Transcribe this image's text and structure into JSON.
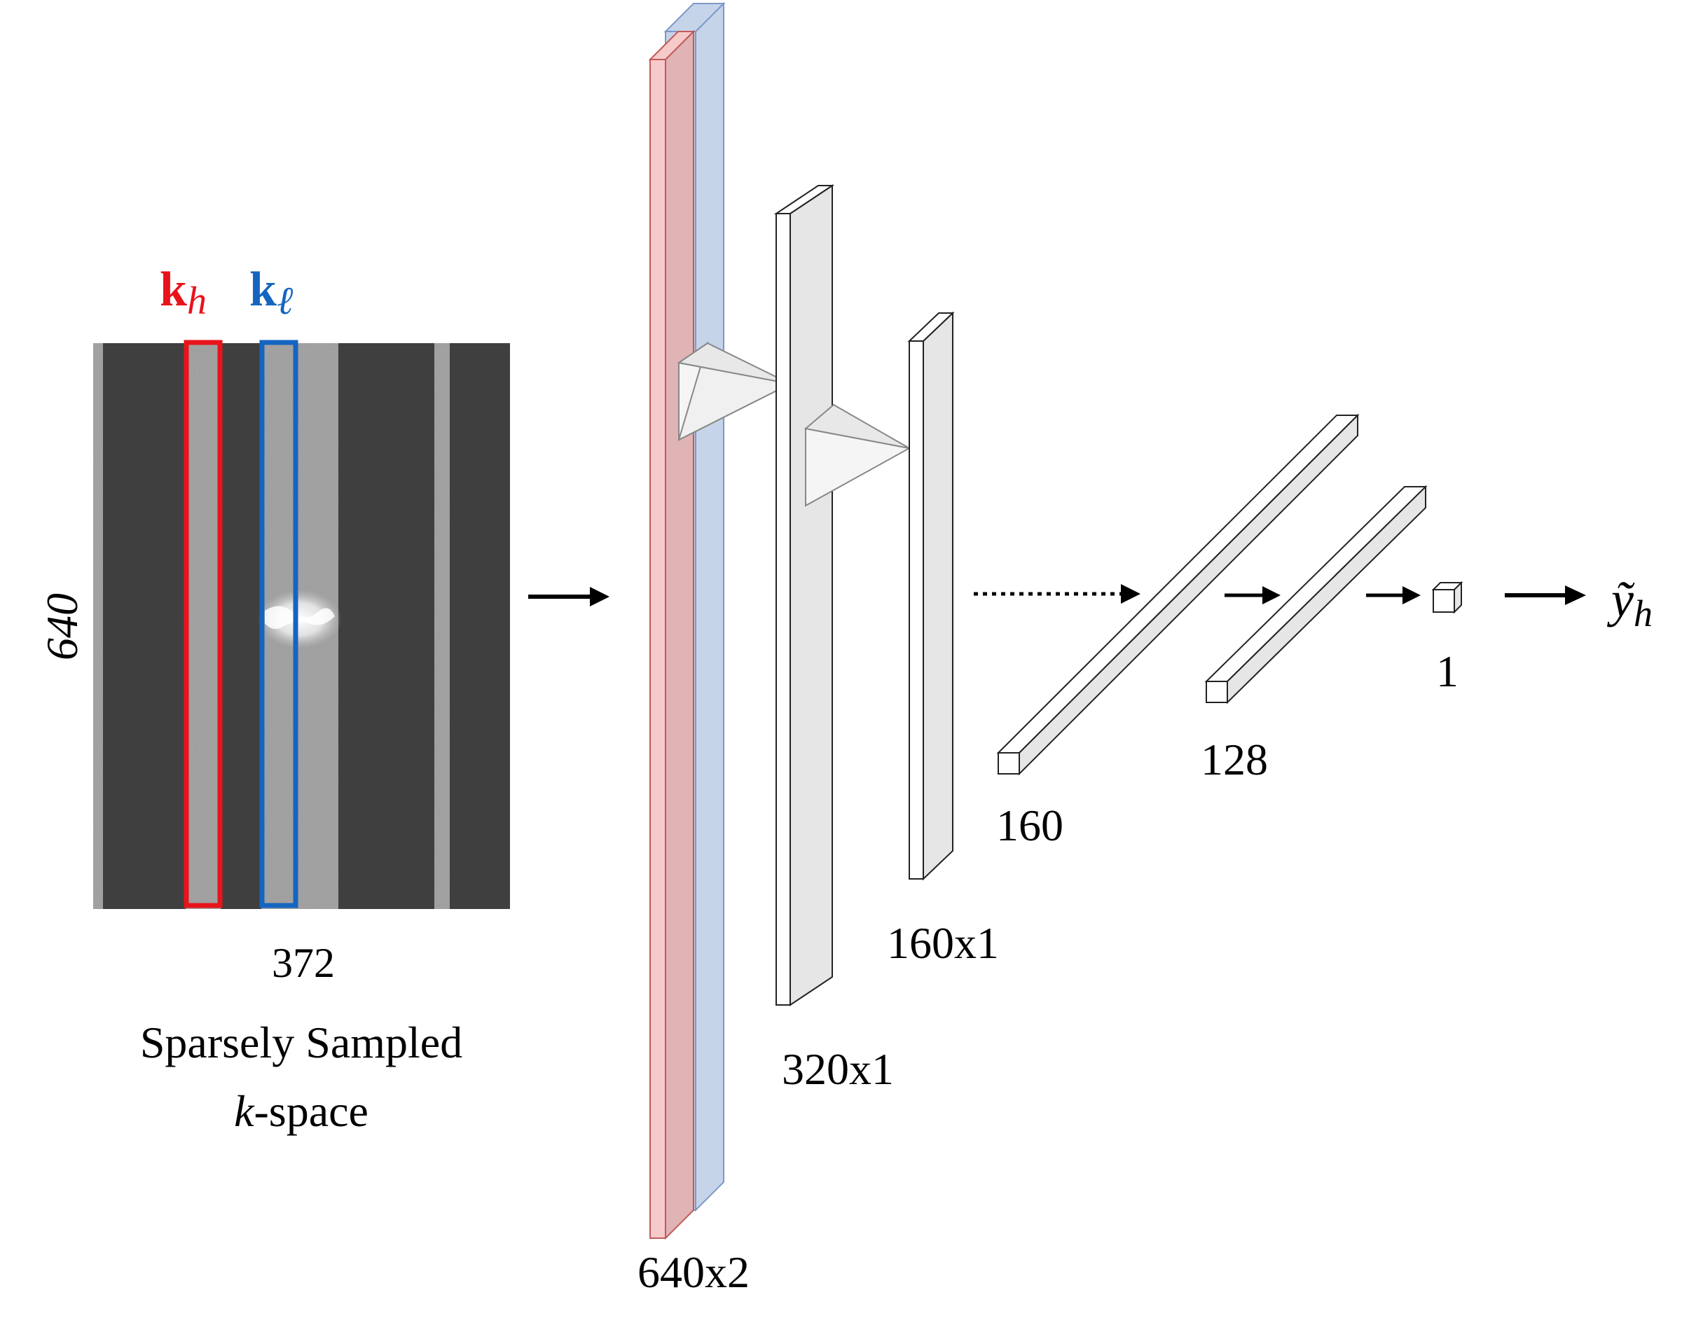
{
  "colors": {
    "kh": "#e8131b",
    "kl": "#1565c0",
    "kspace_dark": "#3f3f3f",
    "kspace_light": "#9b9b9b",
    "layer_red_front": "#f7caca",
    "layer_red_side": "#e0b4b4",
    "layer_blue": "#c6d4ea",
    "layer_grey_side": "#e6e6e6",
    "stroke": "#222222"
  },
  "icons": {
    "arrow": "arrow-right-icon",
    "dotted_arrow": "dotted-arrow-right-icon"
  },
  "kspace": {
    "height_label": "640",
    "width_label": "372",
    "caption_line1": "Sparsely Sampled",
    "caption_line2_italic": "k",
    "caption_line2_rest": "-space",
    "kh_bold": "k",
    "kh_sub": "h",
    "kl_bold": "k",
    "kl_sub": "ℓ"
  },
  "layers": {
    "input": "640x2",
    "conv1": "320x1",
    "conv2": "160x1",
    "fc1": "160",
    "fc2": "128",
    "out": "1"
  },
  "output": {
    "symbol": "ỹ",
    "sub": "h"
  }
}
